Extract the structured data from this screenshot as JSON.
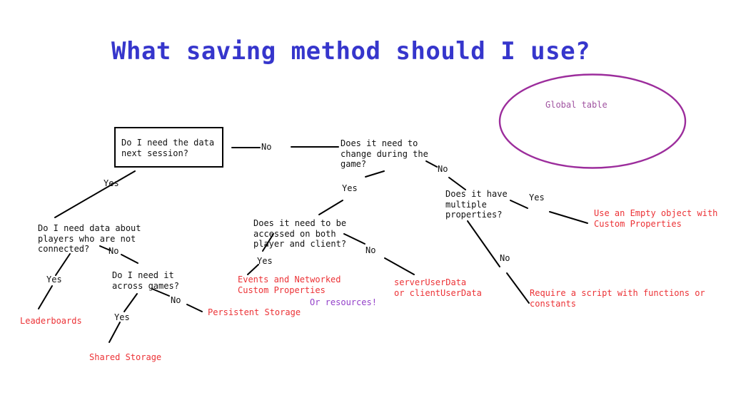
{
  "title": "What saving method should I use?",
  "labels": {
    "yes": "Yes",
    "no": "No"
  },
  "nodes": {
    "root": "Do I need the data\nnext session?",
    "change_during_game": "Does it need to\nchange during the\ngame?",
    "accessed_both": "Does it need to be\naccessed on both\nplayer and client?",
    "multiple_properties": "Does it have\nmultiple\nproperties?",
    "players_not_connected": "Do I need data about\nplayers who are not\nconnected?",
    "across_games": "Do I need it\nacross games?"
  },
  "results": {
    "leaderboards": "Leaderboards",
    "shared_storage": "Shared Storage",
    "persistent_storage": "Persistent Storage",
    "events_networked": "Events and Networked\nCustom Properties",
    "user_data": "serverUserData\nor clientUserData",
    "empty_object": "Use an Empty object with\nCustom Properties",
    "require_script": "Require a script with functions or\nconstants"
  },
  "notes": {
    "or_resources": "Or resources!",
    "global_table": "Global table"
  },
  "colors": {
    "title": "#3636cc",
    "result": "#ec3236",
    "note": "#9340c9",
    "gtext": "#a053a0",
    "ellipse": "#9c2d9c"
  }
}
